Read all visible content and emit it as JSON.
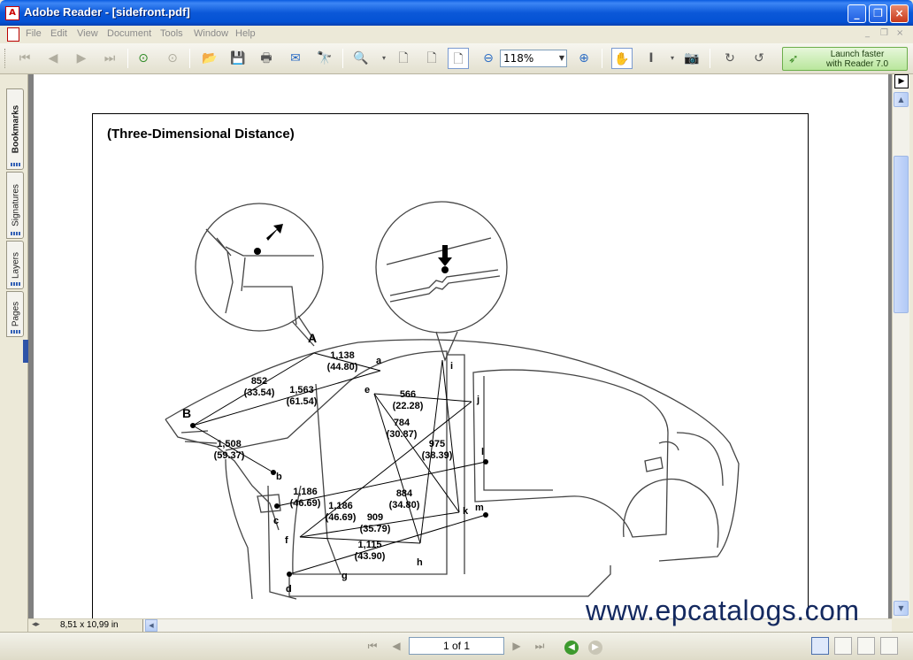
{
  "window": {
    "title": "Adobe Reader - [sidefront.pdf]",
    "app_icon": "adobe-pdf-icon",
    "buttons": [
      "minimize",
      "maximize",
      "close"
    ]
  },
  "menu": {
    "items": [
      "File",
      "Edit",
      "View",
      "Document",
      "Tools",
      "Window",
      "Help"
    ],
    "mdi_buttons": [
      "_",
      "❐",
      "×"
    ]
  },
  "toolbar": {
    "zoom_value": "118%",
    "launch_button": {
      "line1": "Launch faster",
      "line2": "with Reader 7.0"
    },
    "icons": [
      "first-page-icon",
      "prev-page-icon",
      "next-page-icon",
      "last-page-icon",
      "go-back-icon",
      "go-forward-icon",
      "open-folder-icon",
      "save-icon",
      "print-icon",
      "email-icon",
      "search-binoculars-icon",
      "zoom-in-tool-icon",
      "actual-size-icon",
      "fit-page-icon",
      "fit-width-icon",
      "zoom-out-icon",
      "zoom-in-icon",
      "hand-tool-icon",
      "select-text-tool-icon",
      "snapshot-tool-icon",
      "rotate-clockwise-icon",
      "rotate-counterclockwise-icon",
      "launch-leaf-icon"
    ]
  },
  "nav_tabs": [
    "Bookmarks",
    "Signatures",
    "Layers",
    "Pages"
  ],
  "document": {
    "figure_title": "(Three-Dimensional Distance)",
    "point_labels": [
      "A",
      "B",
      "a",
      "b",
      "c",
      "d",
      "e",
      "f",
      "g",
      "h",
      "i",
      "j",
      "k",
      "l",
      "m"
    ],
    "measurements": [
      {
        "mm": "1,138",
        "in": "(44.80)"
      },
      {
        "mm": "852",
        "in": "(33.54)"
      },
      {
        "mm": "1,563",
        "in": "(61.54)"
      },
      {
        "mm": "566",
        "in": "(22.28)"
      },
      {
        "mm": "784",
        "in": "(30.87)"
      },
      {
        "mm": "975",
        "in": "(38.39)"
      },
      {
        "mm": "1,508",
        "in": "(59.37)"
      },
      {
        "mm": "1,186",
        "in": "(46.69)"
      },
      {
        "mm": "1,186",
        "in": "(46.69)"
      },
      {
        "mm": "884",
        "in": "(34.80)"
      },
      {
        "mm": "909",
        "in": "(35.79)"
      },
      {
        "mm": "1,115",
        "in": "(43.90)"
      }
    ]
  },
  "status": {
    "page_size": "8,51 x 10,99 in",
    "page_indicator": "1 of 1"
  },
  "watermark": "www.epcatalogs.com"
}
